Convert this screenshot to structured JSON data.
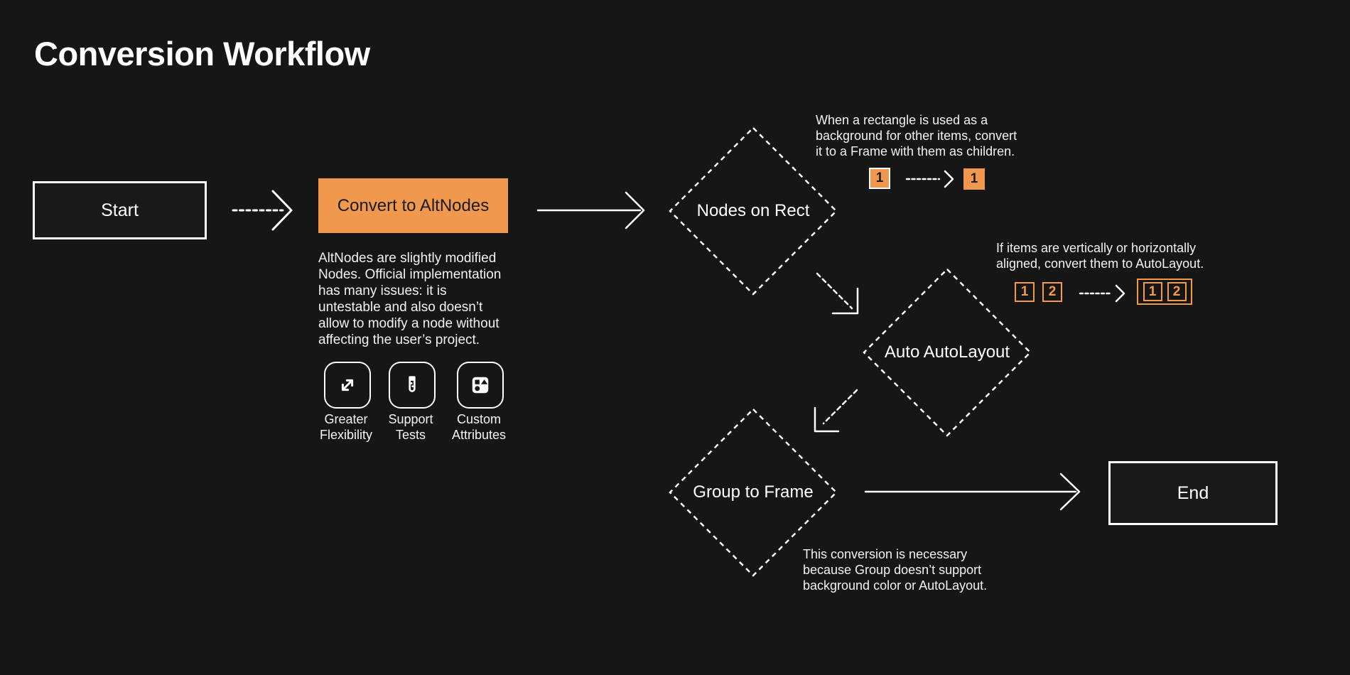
{
  "page": {
    "title": "Conversion Workflow"
  },
  "colors": {
    "background": "#161616",
    "accent_orange": "#F0994E",
    "line_white": "#FFFFFF"
  },
  "flow": {
    "start": {
      "label": "Start"
    },
    "convert": {
      "label": "Convert to AltNodes",
      "description": "AltNodes are slightly modified\nNodes. Official implementation\nhas many issues: it is\nuntestable and also doesn’t\nallow to modify a node without\naffecting the user’s project."
    },
    "features": {
      "flexibility": {
        "icon": "expand-arrows-icon",
        "line1": "Greater",
        "line2": "Flexibility"
      },
      "tests": {
        "icon": "test-tube-icon",
        "line1": "Support",
        "line2": "Tests"
      },
      "attributes": {
        "icon": "shapes-icon",
        "line1": "Custom",
        "line2": "Attributes"
      }
    },
    "nodes_on_rect": {
      "label": "Nodes on Rect",
      "note": "When a rectangle is used as a\nbackground for other items, convert\nit to a Frame with them as children."
    },
    "auto_autolayout": {
      "label": "Auto AutoLayout",
      "note": "If items are vertically or horizontally\naligned, convert them to AutoLayout."
    },
    "group_to_frame": {
      "label": "Group to Frame",
      "note": "This conversion is necessary\nbecause Group doesn’t support\nbackground color or AutoLayout."
    },
    "end": {
      "label": "End"
    },
    "badges": {
      "one": "1",
      "two": "2"
    }
  }
}
